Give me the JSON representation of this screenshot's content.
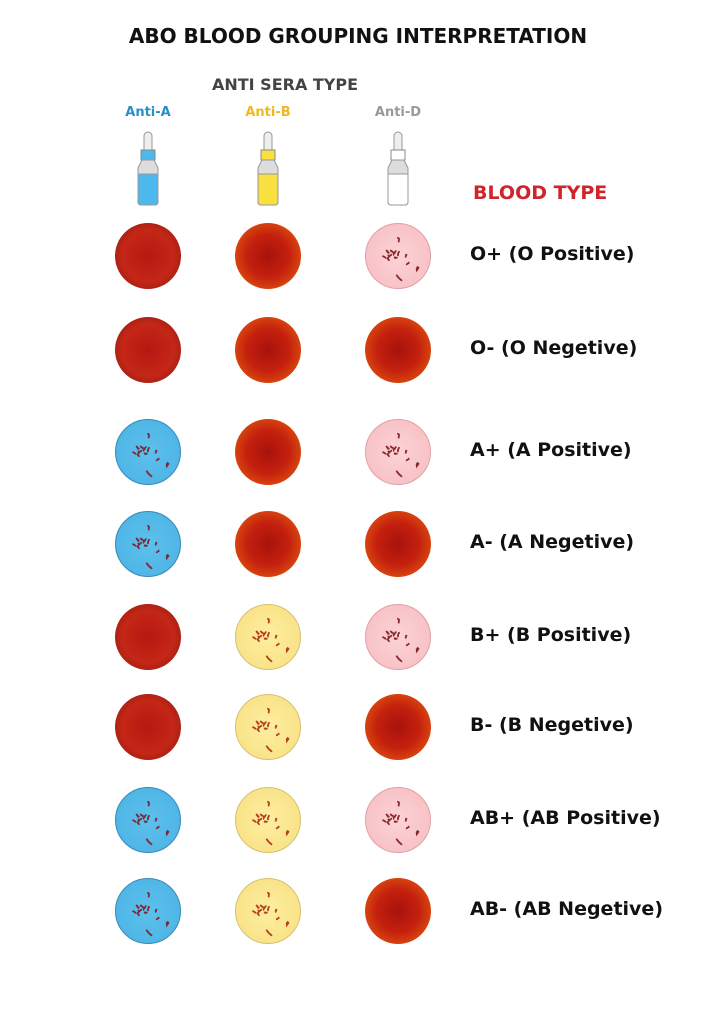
{
  "title": "ABO BLOOD GROUPING INTERPRETATION",
  "anti_sera_heading": "ANTI SERA TYPE",
  "columns": [
    {
      "label": "Anti-A",
      "color": "#2a8fc4",
      "bottle_color": "#4cb8ec"
    },
    {
      "label": "Anti-B",
      "color": "#f0b820",
      "bottle_color": "#f8e040"
    },
    {
      "label": "Anti-D",
      "color": "#999999",
      "bottle_color": "#ffffff"
    }
  ],
  "blood_type_heading": "BLOOD TYPE",
  "blood_type_color": "#d0232a",
  "rows": [
    {
      "label": "O+ (O Positive)",
      "cells": [
        "red-ring",
        "red-glow",
        "pink-clumps"
      ]
    },
    {
      "label": "O- (O Negetive)",
      "cells": [
        "red-ring",
        "red-glow",
        "red-glow"
      ]
    },
    {
      "label": "A+ (A Positive)",
      "cells": [
        "blue-clumps",
        "red-glow",
        "pink-clumps"
      ]
    },
    {
      "label": "A- (A Negetive)",
      "cells": [
        "blue-clumps",
        "red-glow",
        "red-glow"
      ]
    },
    {
      "label": "B+ (B Positive)",
      "cells": [
        "red-ring",
        "yellow-clumps",
        "pink-clumps"
      ]
    },
    {
      "label": "B- (B Negetive)",
      "cells": [
        "red-ring",
        "yellow-clumps",
        "red-glow"
      ]
    },
    {
      "label": "AB+ (AB Positive)",
      "cells": [
        "blue-clumps",
        "yellow-clumps",
        "pink-clumps"
      ]
    },
    {
      "label": "AB- (AB Negetive)",
      "cells": [
        "blue-clumps",
        "yellow-clumps",
        "red-glow"
      ]
    }
  ]
}
